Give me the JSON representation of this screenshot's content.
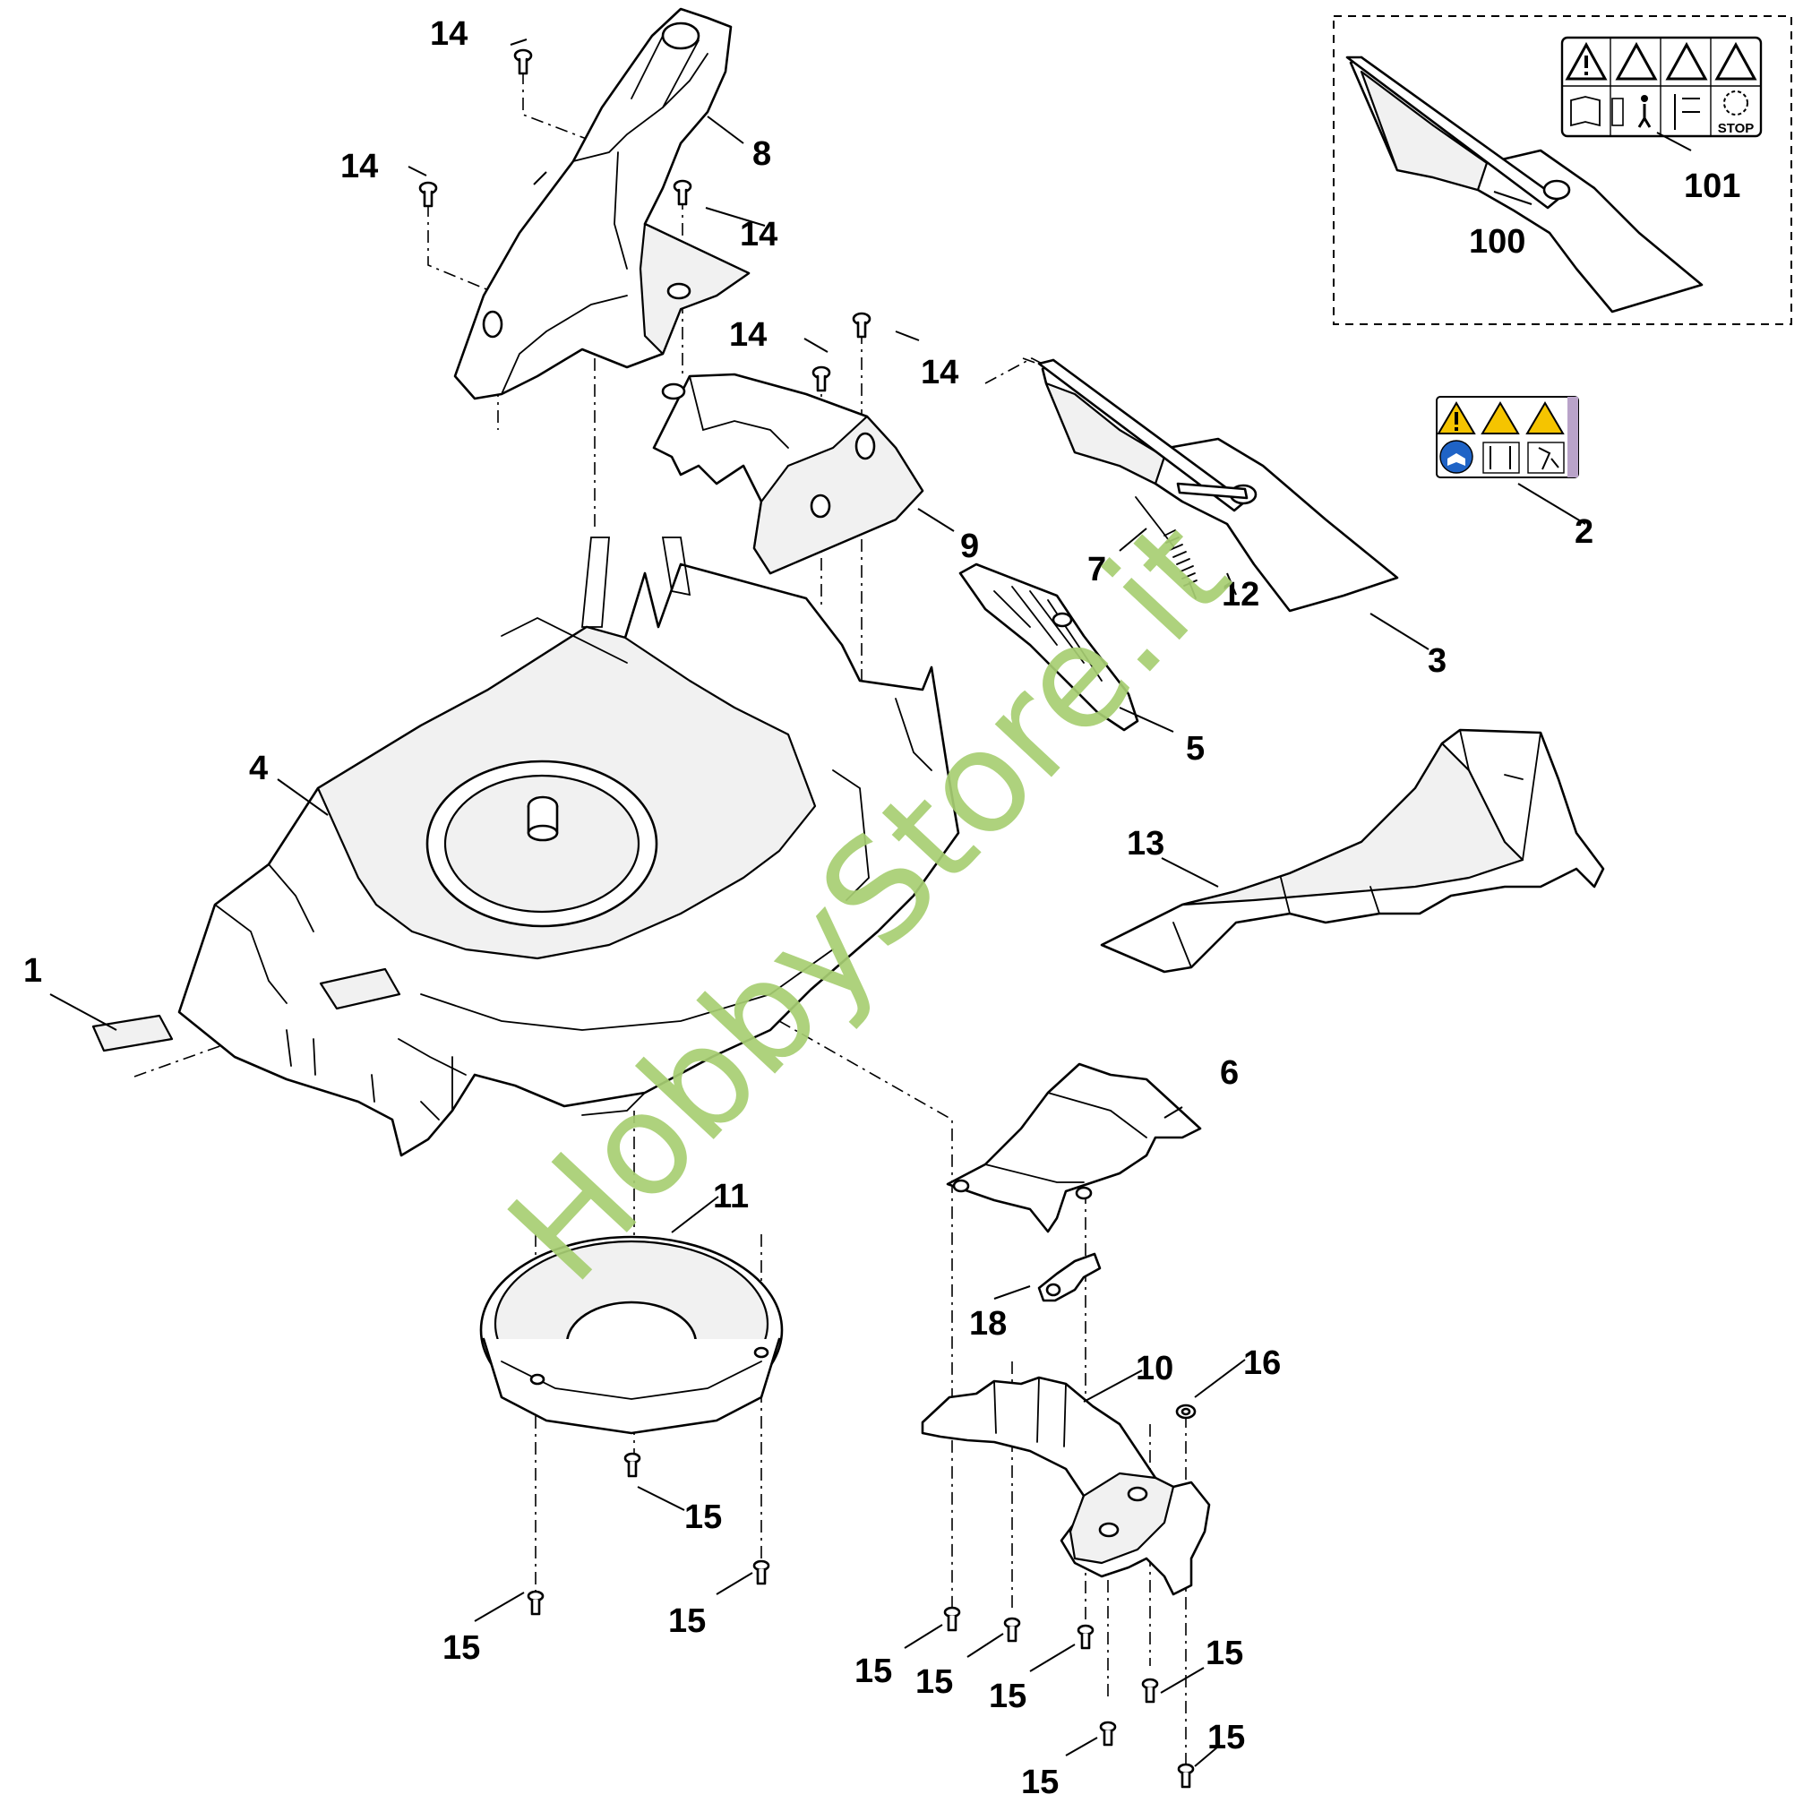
{
  "watermark": "HobbyStore.it",
  "labels": {
    "l1": "1",
    "l2": "2",
    "l3": "3",
    "l4": "4",
    "l5": "5",
    "l6": "6",
    "l7": "7",
    "l8": "8",
    "l9": "9",
    "l10": "10",
    "l11": "11",
    "l12": "12",
    "l13": "13",
    "l14": "14",
    "l15": "15",
    "l16": "16",
    "l18": "18",
    "l100": "100",
    "l101": "101"
  },
  "decal_text": "STOP",
  "colors": {
    "warning_yellow": "#f5c400",
    "info_blue": "#1f63c6",
    "watermark_green": "#a8cf73",
    "decal_border": "#b9a3c9"
  }
}
